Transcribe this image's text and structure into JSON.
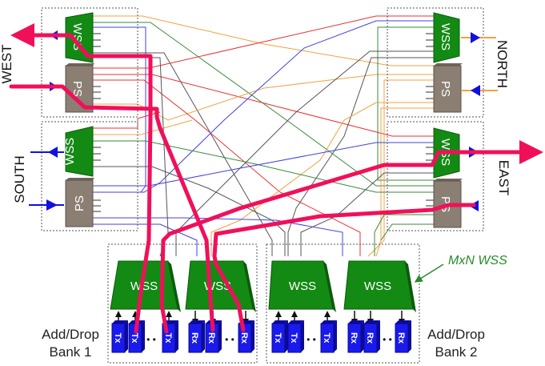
{
  "directions": {
    "west": "WEST",
    "south": "SOUTH",
    "north": "NORTH",
    "east": "EAST"
  },
  "blocks": {
    "wss": "WSS",
    "ps": "PS"
  },
  "add_drop": {
    "bank1": [
      "Add/Drop",
      "Bank 1"
    ],
    "bank1_line1": "Add/Drop",
    "bank1_line2": "Bank 1",
    "bank2_line1": "Add/Drop",
    "bank2_line2": "Bank 2",
    "tx": "Tx",
    "rx": "Rx",
    "ellipsis": "• •"
  },
  "annotation": {
    "mxn_wss": "MxN WSS"
  },
  "colors": {
    "wss_green": "#138a13",
    "ps_gray": "#8a7f72",
    "lightpath_pink": "#f0105a",
    "transceiver_blue": "#1a1aee",
    "fiber_red": "#e83030",
    "fiber_orange": "#f5a040",
    "fiber_green": "#3a8a3a",
    "fiber_blue": "#4040e0",
    "fiber_gray": "#555555"
  }
}
